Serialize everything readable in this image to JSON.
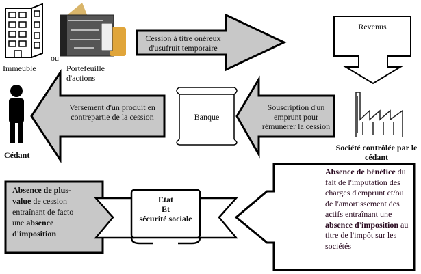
{
  "assets": {
    "building_label": "Immeuble",
    "or_label": "ou",
    "portfolio_label": "Portefeuille d'actions"
  },
  "flows": {
    "cession": "Cession à titre onéreux d'usufruit temporaire",
    "revenus": "Revenus",
    "souscription": "Souscription d'un emprunt pour rémunérer la cession",
    "banque": "Banque",
    "versement": "Versement d'un produit en contrepartie de la cession"
  },
  "actors": {
    "cedant": "Cédant",
    "societe": "Société contrôlée par le cédant"
  },
  "bottom": {
    "left_bold1": "Absence de plus-value",
    "left_text": " de cession entraînant de facto une ",
    "left_bold2": "absence d'imposition",
    "center_line1": "Etat",
    "center_line2": "Et",
    "center_line3": "sécurité sociale",
    "right_bold1": "Absence de bénéfice",
    "right_text": " du fait de l'imputation des charges d'emprunt et/ou de l'amortissement des actifs entraînant une ",
    "right_bold2": "absence d'imposition",
    "right_text2": " au titre de l'impôt sur les sociétés"
  },
  "colors": {
    "arrow_fill": "#c8c8c8",
    "stroke": "#000000"
  }
}
